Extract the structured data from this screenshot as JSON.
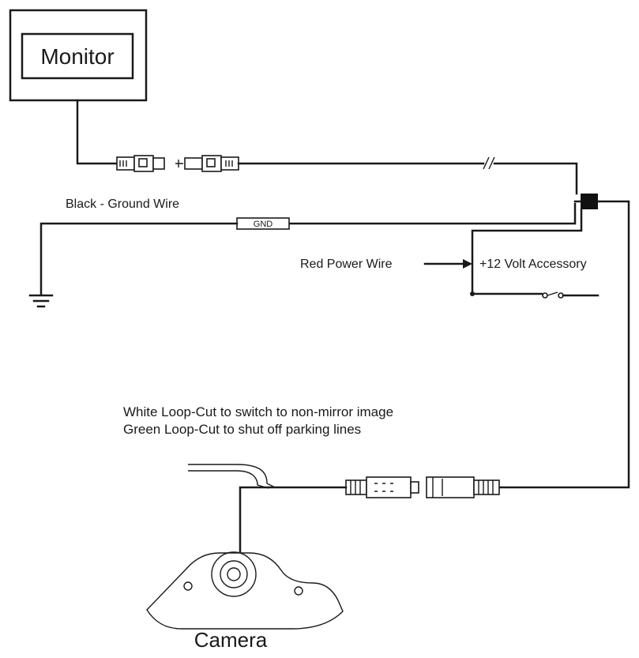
{
  "labels": {
    "monitor": "Monitor",
    "ground_wire": "Black - Ground Wire",
    "gnd_tag": "GND",
    "red_power_wire": "Red Power Wire",
    "accessory": "+12 Volt Accessory",
    "loop_white": "White Loop-Cut to switch to non-mirror image",
    "loop_green": "Green Loop-Cut to shut off parking lines",
    "camera": "Camera"
  }
}
